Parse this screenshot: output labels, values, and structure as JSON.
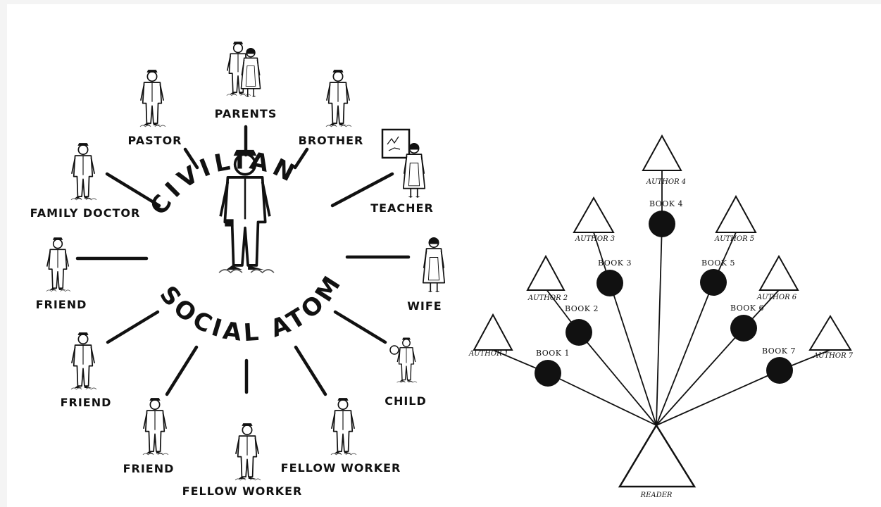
{
  "social_atom": {
    "title_arc": "CIVILIAN",
    "subtitle_arc": "SOCIAL ATOM",
    "roles": {
      "parents": "PARENTS",
      "pastor": "PASTOR",
      "brother": "BROTHER",
      "family_doctor": "FAMILY DOCTOR",
      "teacher": "TEACHER",
      "friend_left": "FRIEND",
      "wife": "WIFE",
      "friend_lower_left": "FRIEND",
      "child": "CHILD",
      "friend_bottom": "FRIEND",
      "fellow_worker_right": "FELLOW WORKER",
      "fellow_worker_bottom": "FELLOW WORKER"
    }
  },
  "reader_network": {
    "reader": "READER",
    "authors": [
      "AUTHOR 1",
      "AUTHOR 2",
      "AUTHOR 3",
      "AUTHOR 4",
      "AUTHOR 5",
      "AUTHOR 6",
      "AUTHOR 7"
    ],
    "books": [
      "BOOK 1",
      "BOOK 2",
      "BOOK 3",
      "BOOK 4",
      "BOOK 5",
      "BOOK 6",
      "BOOK 7"
    ]
  }
}
